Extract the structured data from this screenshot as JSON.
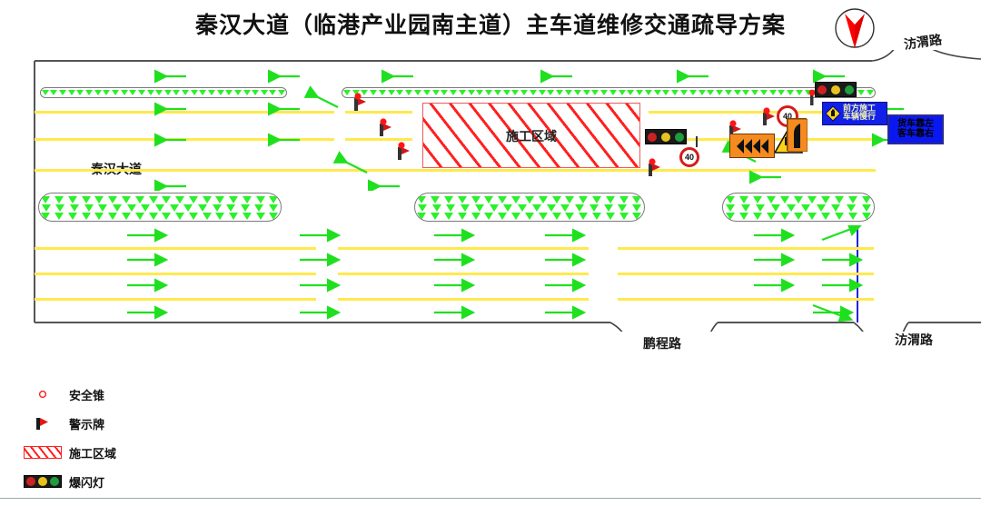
{
  "title": "秦汉大道（临港产业园南主道）主车道维修交通疏导方案",
  "compass": {
    "name": "north-arrow",
    "color": "#ff0000"
  },
  "roads": {
    "main_label": "秦汉大道",
    "cross_top_right": "汸渭路",
    "cross_bottom_mid": "鹏程路",
    "cross_bottom_right": "汸渭路"
  },
  "work_zone": {
    "label": "施工区域",
    "hatch_color": "#ff2020",
    "border_color": "#f05a5a"
  },
  "signs": {
    "ahead_construction": {
      "line1": "前方施工",
      "line2": "车辆慢行",
      "bg": "#1020e8",
      "text_color": "#f2f2b0"
    },
    "keep_lanes": {
      "line1": "货车靠左",
      "line2": "客车靠右",
      "bg": "#0a18f0",
      "text_color": "#000000"
    },
    "speed_limit_upper": "40",
    "speed_limit_lower": "40",
    "chevron_board": {
      "name": "chevron-arrow-board",
      "bg": "#f58a1f",
      "count": 4
    },
    "warning_triangle": {
      "name": "warning-triangle-sign",
      "bg": "#ffd21a"
    },
    "merge_sign": {
      "name": "lane-merge-sign",
      "bg": "#f58a1f"
    }
  },
  "flash_lights": {
    "lamp_colors": [
      "#cc2222",
      "#e8c320",
      "#1f9c3d"
    ],
    "top_unit": "flash-light-top",
    "mid_unit": "flash-light-mid"
  },
  "legend": {
    "items": [
      {
        "icon": "safety-cone-icon",
        "label": "安全锥"
      },
      {
        "icon": "warning-sign-icon",
        "label": "警示牌"
      },
      {
        "icon": "work-zone-hatch-icon",
        "label": "施工区域"
      },
      {
        "icon": "flashing-light-icon",
        "label": "爆闪灯"
      }
    ]
  },
  "colors": {
    "lane_line": "#ffe94d",
    "arrow_green": "#1fe01f",
    "road_edge": "#555555",
    "cone_green": "#2bf02b",
    "blue_line": "#2222dd"
  }
}
